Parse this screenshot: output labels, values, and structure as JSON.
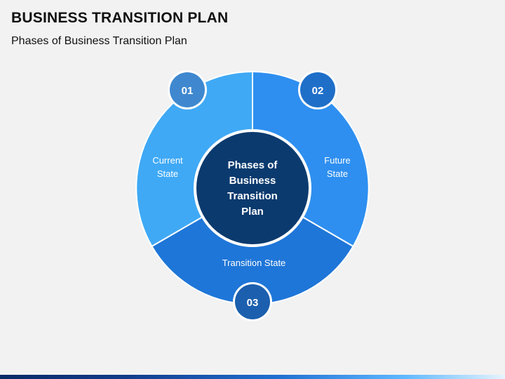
{
  "header": {
    "title": "BUSINESS TRANSITION PLAN",
    "subtitle": "Phases of Business Transition Plan"
  },
  "diagram": {
    "center": {
      "lines": [
        "Phases of",
        "Business",
        "Transition",
        "Plan"
      ]
    },
    "segments": [
      {
        "number": "01",
        "label_lines": [
          "Current",
          "State"
        ]
      },
      {
        "number": "02",
        "label_lines": [
          "Future",
          "State"
        ]
      },
      {
        "number": "03",
        "label_lines": [
          "Transition State"
        ]
      }
    ]
  },
  "colors": {
    "background": "#f2f2f2",
    "segment_current": "#3fa9f5",
    "segment_future": "#2e8ff0",
    "segment_transition": "#1e76d8",
    "center_fill": "#0b3a6e",
    "badge_01": "#3f88cf",
    "badge_02": "#1f6fc9",
    "badge_03": "#1b5fae"
  }
}
